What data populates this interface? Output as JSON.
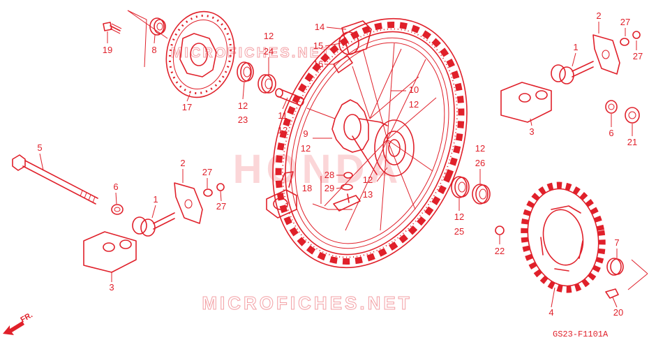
{
  "diagram": {
    "watermark_brand": "HONDA",
    "watermark_site_top": "MICROFICHES.NET",
    "watermark_site_bottom": "MICROFICHES.NET",
    "drawing_code": "GS23-F1101A",
    "direction_label": "FR.",
    "colors": {
      "line": "#e0202a",
      "watermark": "#f3a0a5",
      "background": "#ffffff"
    },
    "callouts": [
      {
        "id": "c1",
        "text": "1"
      },
      {
        "id": "c2",
        "text": "2"
      },
      {
        "id": "c27a",
        "text": "27"
      },
      {
        "id": "c27b",
        "text": "27"
      },
      {
        "id": "c3",
        "text": "3"
      },
      {
        "id": "c6",
        "text": "6"
      },
      {
        "id": "c21",
        "text": "21"
      },
      {
        "id": "c19",
        "text": "19"
      },
      {
        "id": "c8",
        "text": "8"
      },
      {
        "id": "c17",
        "text": "17"
      },
      {
        "id": "c12a",
        "text": "12"
      },
      {
        "id": "c24",
        "text": "24"
      },
      {
        "id": "c12b",
        "text": "12"
      },
      {
        "id": "c23",
        "text": "23"
      },
      {
        "id": "c11",
        "text": "11"
      },
      {
        "id": "c12c",
        "text": "12"
      },
      {
        "id": "c14",
        "text": "14"
      },
      {
        "id": "c15",
        "text": "15"
      },
      {
        "id": "c16",
        "text": "16"
      },
      {
        "id": "c10",
        "text": "10"
      },
      {
        "id": "c12d",
        "text": "12"
      },
      {
        "id": "c9",
        "text": "9"
      },
      {
        "id": "c12e",
        "text": "12"
      },
      {
        "id": "c12f",
        "text": "12"
      },
      {
        "id": "c13",
        "text": "13"
      },
      {
        "id": "c28",
        "text": "28"
      },
      {
        "id": "c29",
        "text": "29"
      },
      {
        "id": "c18",
        "text": "18"
      },
      {
        "id": "c12g",
        "text": "12"
      },
      {
        "id": "c26",
        "text": "26"
      },
      {
        "id": "c12h",
        "text": "12"
      },
      {
        "id": "c25",
        "text": "25"
      },
      {
        "id": "c5",
        "text": "5"
      },
      {
        "id": "c6b",
        "text": "6"
      },
      {
        "id": "c27c",
        "text": "27"
      },
      {
        "id": "c27d",
        "text": "27"
      },
      {
        "id": "c2b",
        "text": "2"
      },
      {
        "id": "c1b",
        "text": "1"
      },
      {
        "id": "c3b",
        "text": "3"
      },
      {
        "id": "c22",
        "text": "22"
      },
      {
        "id": "c7",
        "text": "7"
      },
      {
        "id": "c4",
        "text": "4"
      },
      {
        "id": "c20",
        "text": "20"
      }
    ]
  }
}
